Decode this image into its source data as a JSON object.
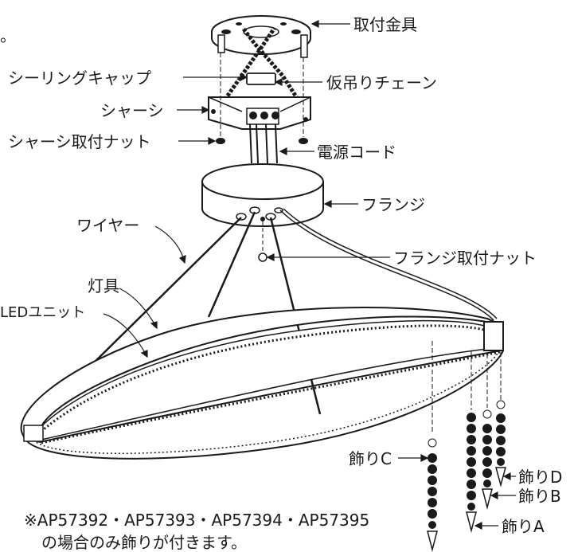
{
  "labels": {
    "mounting_bracket": "取付金具",
    "ceiling_cap": "シーリングキャップ",
    "temp_chain": "仮吊りチェーン",
    "chassis": "シャーシ",
    "chassis_nut": "シャーシ取付ナット",
    "power_cord": "電源コード",
    "flange": "フランジ",
    "wire": "ワイヤー",
    "flange_nut": "フランジ取付ナット",
    "fixture": "灯具",
    "led_unit": "LEDユニット",
    "ornament_c": "飾りC",
    "ornament_d": "飾りD",
    "ornament_b": "飾りB",
    "ornament_a": "飾りA",
    "top_left_mark": "。"
  },
  "note": {
    "line1": "※AP57392・AP57393・AP57394・AP57395",
    "line2": "の場合のみ飾りが付きます。"
  }
}
